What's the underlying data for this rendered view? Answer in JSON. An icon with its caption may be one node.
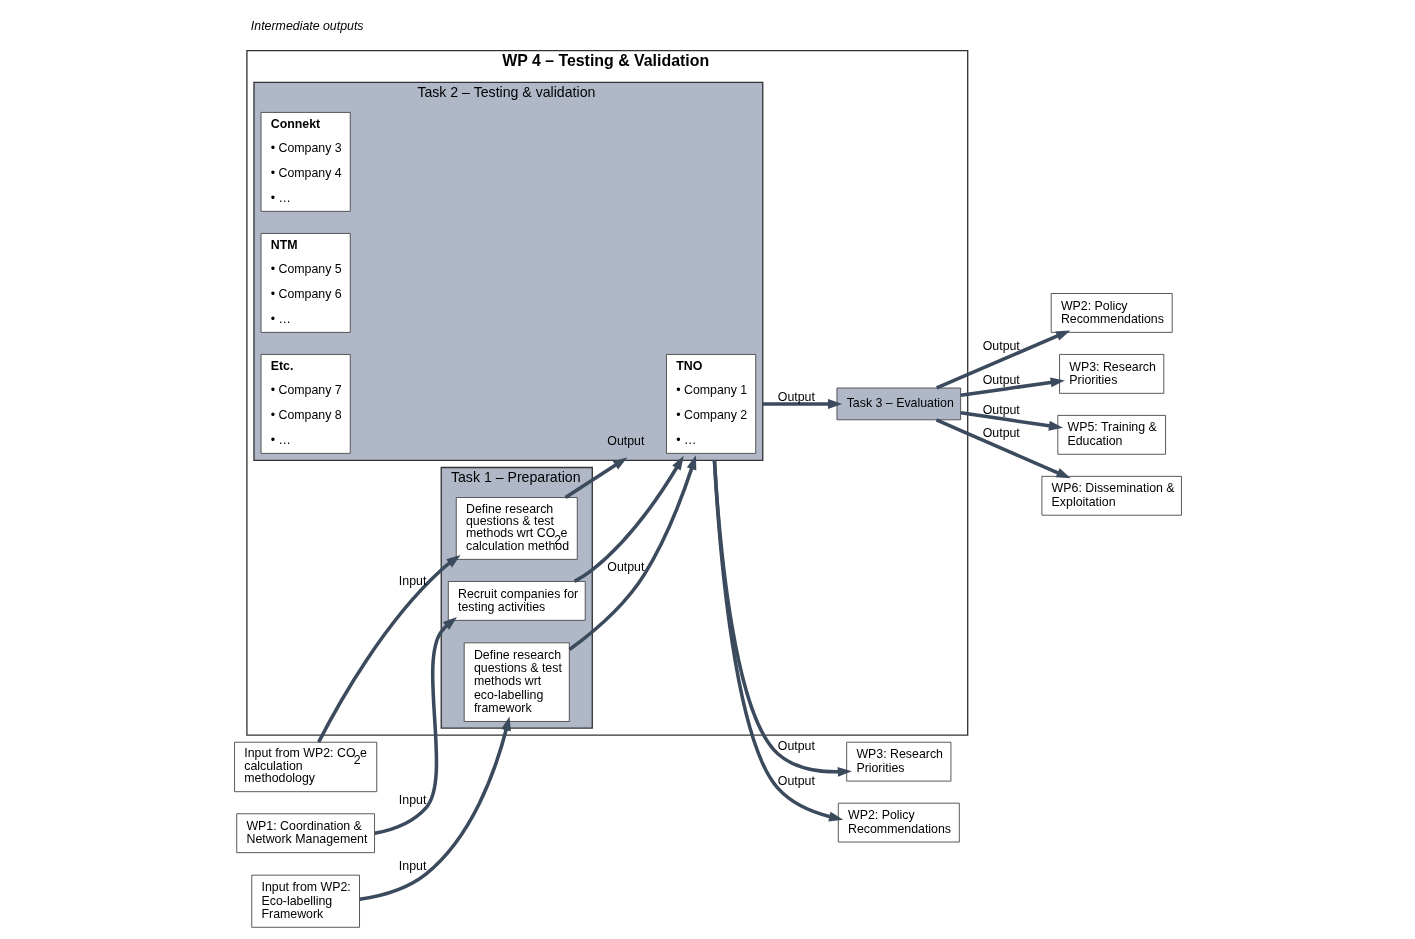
{
  "diagram": {
    "nodes": [
      {
        "text": [
          "WP 4 – Testing & Validation"
        ]
      },
      {
        "text": [
          "Task 1 – Preparation"
        ],
        "in": 0
      },
      {
        "text": [
          "Define research questions & test methods wrt CO$_{2}$e calculation method"
        ],
        "in": 1
      },
      {
        "text": [
          "Recruit companies for testing activities"
        ],
        "in": 1
      },
      {
        "text": [
          "Define research questions & test methods wrt eco-labelling framework"
        ],
        "in": 1
      },
      {
        "text": [
          "Task 2 – Testing & validation"
        ],
        "in": 0
      },
      {
        "text": [
          "TNO",
          "• Company 1",
          "• Company 2",
          "• …"
        ],
        "in": 5
      },
      {
        "text": [
          "Connekt",
          "• Company 3",
          "• Company 4",
          "• …"
        ],
        "in": 5
      },
      {
        "text": [
          "NTM",
          "• Company 5",
          "• Company 6",
          "• …"
        ],
        "in": 5
      },
      {
        "text": [
          "Etc.",
          "• Company 7",
          "• Company 8",
          "• …"
        ],
        "in": 5
      },
      {
        "text": [
          "Task 3 – Evaluation"
        ],
        "in": 0
      },
      {
        "text": [
          "Input from WP2: CO$_{2}$e calculation methodology"
        ]
      },
      {
        "text": [
          "WP1: Coordination & Network Management"
        ]
      },
      {
        "text": [
          "Input from WP2: Eco-labelling Framework"
        ]
      },
      {
        "text": [
          "WP2: Policy Recommendations"
        ]
      },
      {
        "text": [
          "WP3: Research Priorities"
        ]
      },
      {
        "text": [
          "WP2: Policy Recommendations"
        ]
      },
      {
        "text": [
          "WP3: Research Priorities"
        ]
      },
      {
        "text": [
          "WP5: Training & Education"
        ]
      },
      {
        "text": [
          "WP6: Dissemination & Exploitation"
        ]
      }
    ],
    "edges": [
      {
        "from": 11,
        "to": 2,
        "arrow": "to",
        "label": "Input"
      },
      {
        "from": 12,
        "to": 3,
        "arrow": "to",
        "label": "Input"
      },
      {
        "from": 13,
        "to": 4,
        "arrow": "to",
        "label": "Input"
      },
      {
        "from": 2,
        "to": 5,
        "arrow": "to",
        "label": "Output"
      },
      {
        "from": 3,
        "to": 5,
        "arrow": "to"
      },
      {
        "from": 4,
        "to": 5,
        "arrow": "to",
        "label": "Output"
      },
      {
        "from": 5,
        "to": 14,
        "arrow": "to",
        "label": "Output"
      },
      {
        "from": 5,
        "to": 15,
        "arrow": "to",
        "label": "Output"
      },
      {
        "from": 5,
        "to": 10,
        "arrow": "to",
        "label": "Output"
      },
      {
        "from": 10,
        "to": 16,
        "arrow": "to",
        "label": "Output"
      },
      {
        "from": 10,
        "to": 17,
        "arrow": "to",
        "label": "Output"
      },
      {
        "from": 10,
        "to": 18,
        "arrow": "to",
        "label": "Output"
      },
      {
        "from": 10,
        "to": 19,
        "arrow": "to",
        "label": "Output"
      }
    ],
    "labels": [
      "Intermediate outputs"
    ]
  }
}
